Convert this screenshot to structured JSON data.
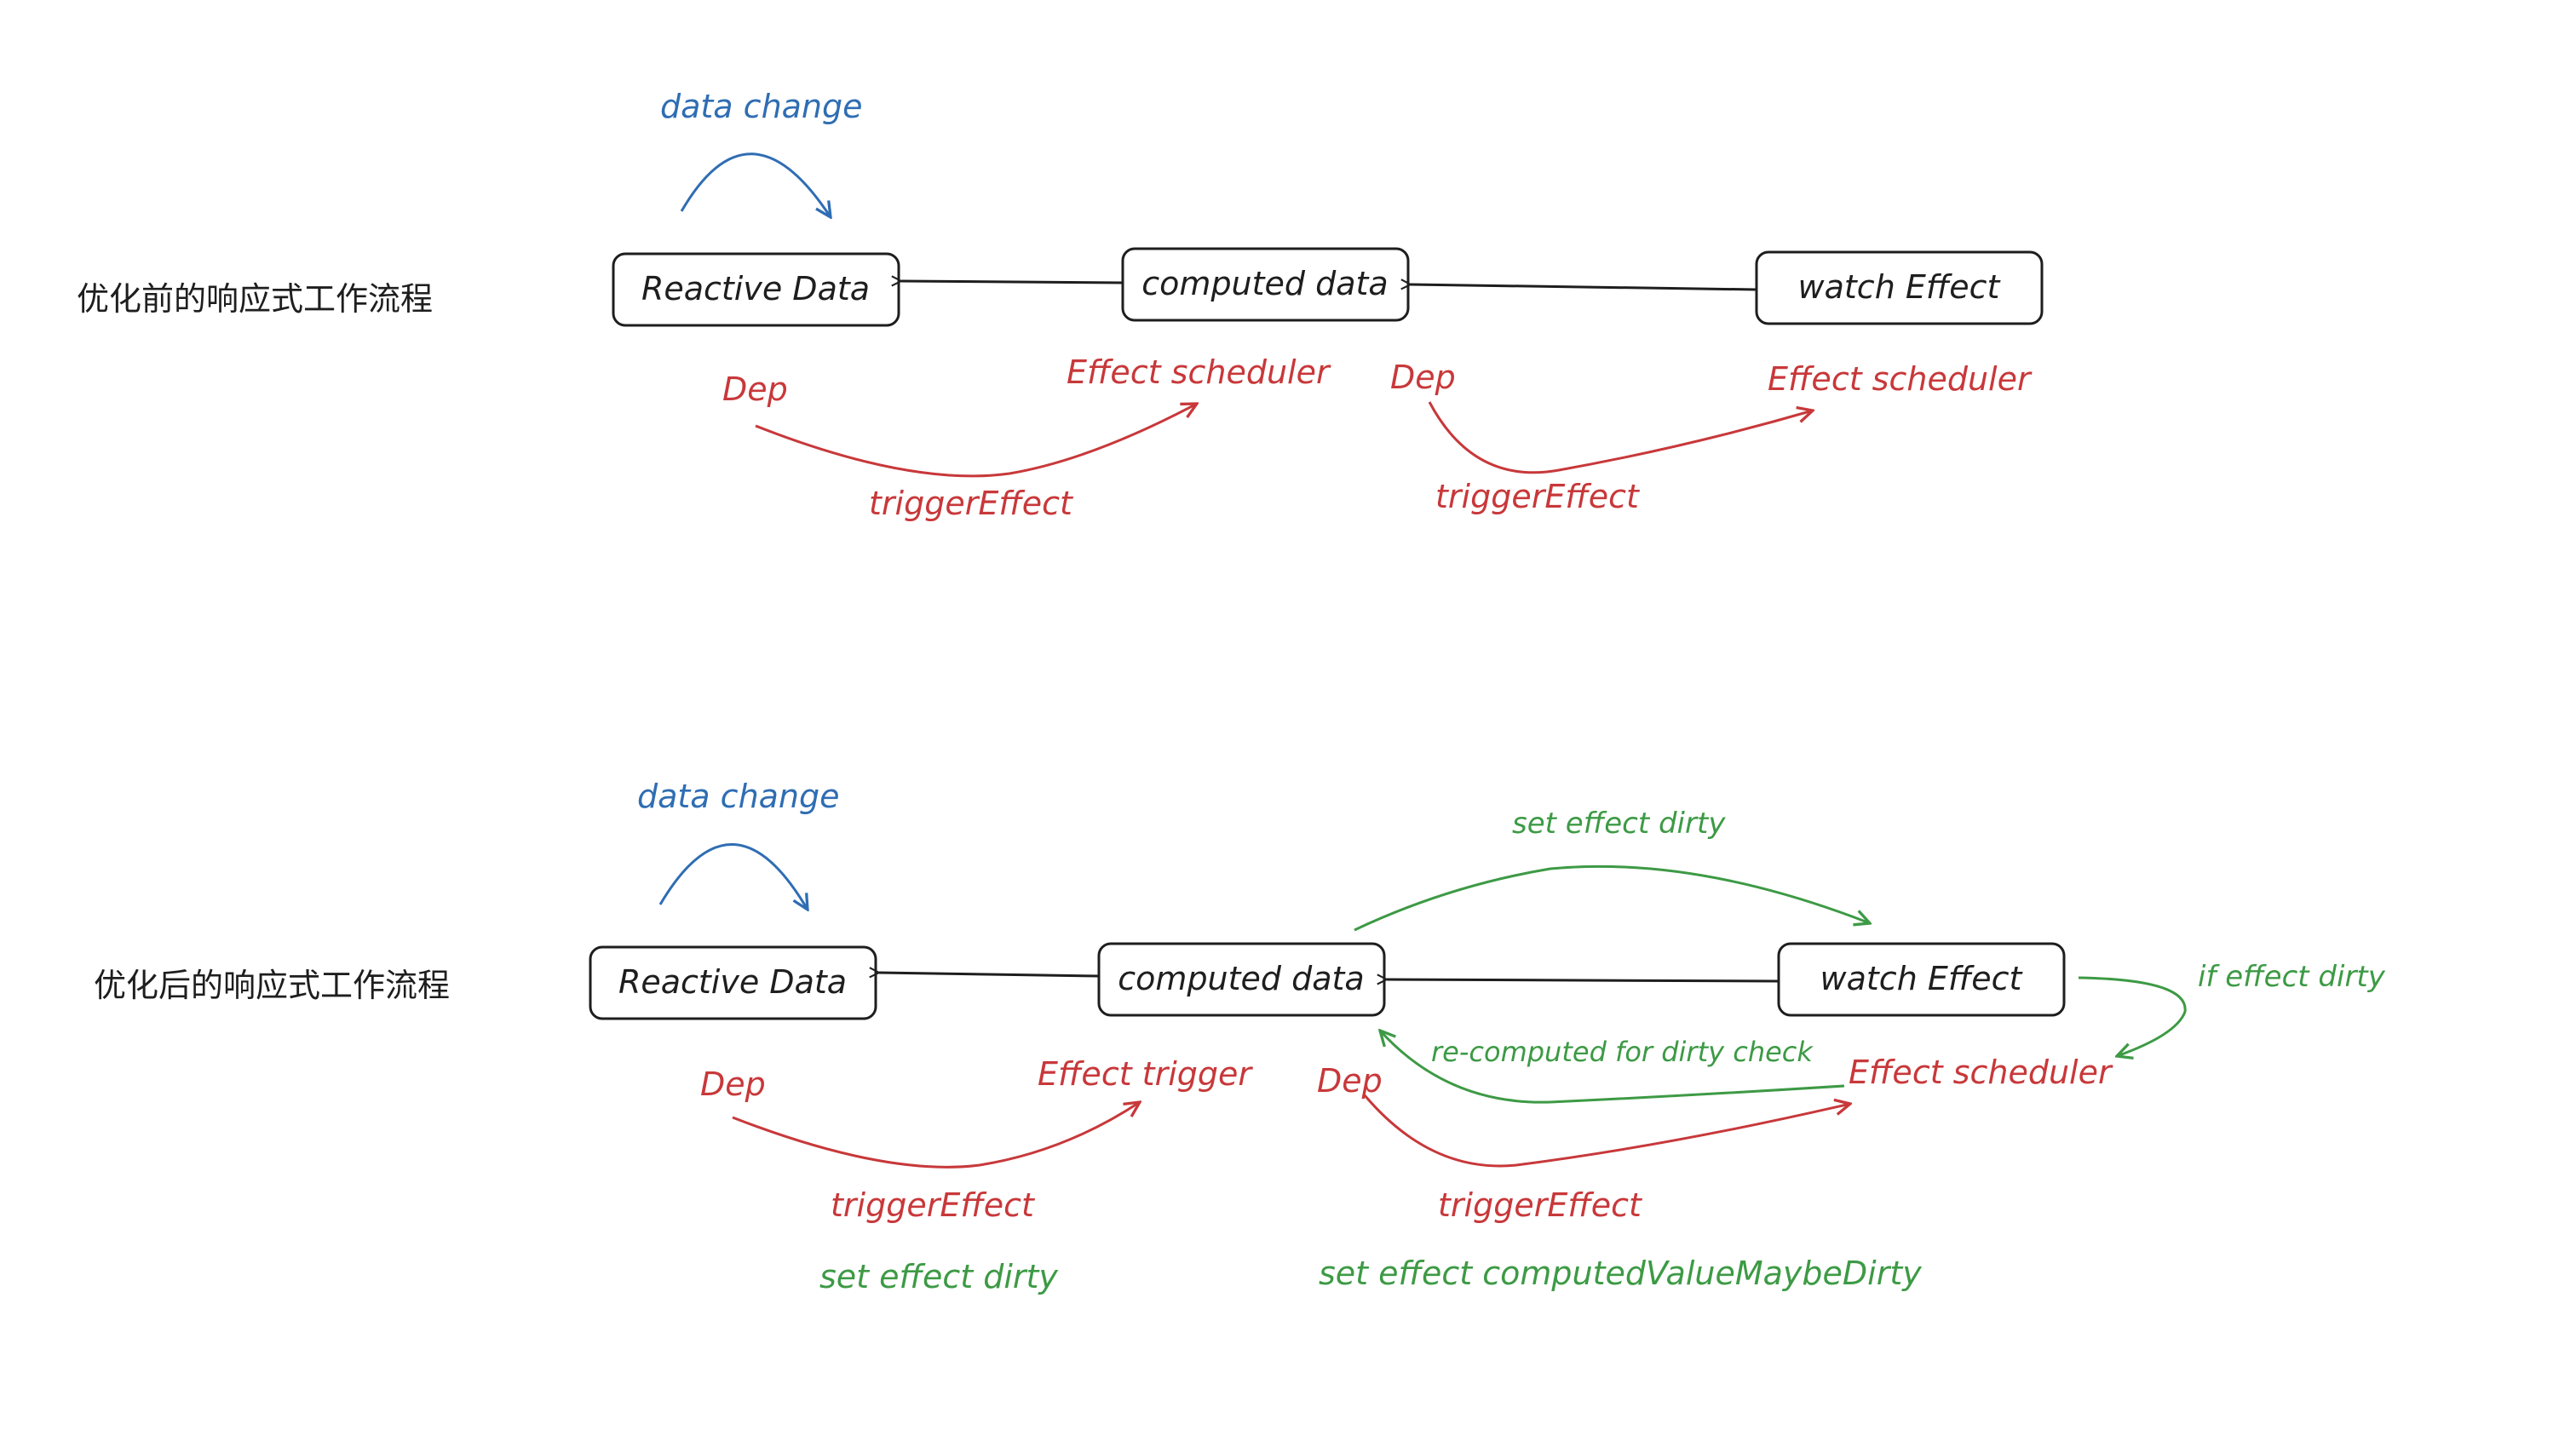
{
  "sections": {
    "before": "优化前的响应式工作流程",
    "after": "优化后的响应式工作流程"
  },
  "diagram_before": {
    "nodes": {
      "reactive": "Reactive Data",
      "computed": "computed data",
      "watch": "watch Effect"
    },
    "labels": {
      "data_change": "data change",
      "dep_1": "Dep",
      "scheduler_1": "Effect scheduler",
      "trigger_1": "triggerEffect",
      "dep_2": "Dep",
      "scheduler_2": "Effect scheduler",
      "trigger_2": "triggerEffect"
    }
  },
  "diagram_after": {
    "nodes": {
      "reactive": "Reactive Data",
      "computed": "computed data",
      "watch": "watch Effect"
    },
    "labels": {
      "data_change": "data change",
      "set_dirty_top": "set effect dirty",
      "if_dirty": "if effect dirty",
      "recomputed": "re-computed for dirty check",
      "dep_1": "Dep",
      "effect_trigger": "Effect trigger",
      "dep_2": "Dep",
      "scheduler": "Effect scheduler",
      "trigger_1": "triggerEffect",
      "set_dirty_bottom": "set effect dirty",
      "trigger_2": "triggerEffect",
      "maybe_dirty": "set effect computedValueMaybeDirty"
    }
  },
  "colors": {
    "red": "#c8383a",
    "blue": "#2f6db3",
    "green": "#3d9a45",
    "black": "#1e1e1e"
  }
}
